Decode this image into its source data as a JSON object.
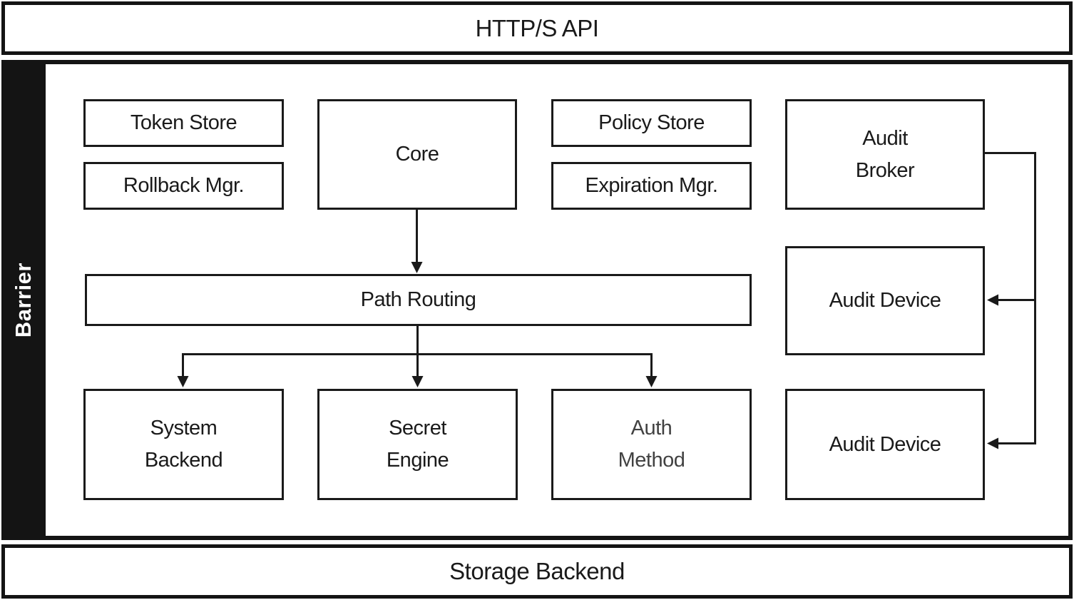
{
  "diagram": {
    "top_bar": {
      "label": "HTTP/S API"
    },
    "barrier": {
      "label": "Barrier"
    },
    "bottom_bar": {
      "label": "Storage Backend"
    },
    "boxes": {
      "token_store": "Token Store",
      "rollback_mgr": "Rollback Mgr.",
      "core": "Core",
      "policy_store": "Policy Store",
      "expiration_mgr": "Expiration Mgr.",
      "audit_broker": "Audit\nBroker",
      "path_routing": "Path Routing",
      "system_backend": "System\nBackend",
      "secret_engine": "Secret\nEngine",
      "auth_method": "Auth\nMethod",
      "audit_device_1": "Audit Device",
      "audit_device_2": "Audit Device"
    },
    "colors": {
      "ink": "#1a1a1a",
      "barrier_bg": "#141414",
      "muted_text": "#424242",
      "background": "#ffffff"
    }
  }
}
